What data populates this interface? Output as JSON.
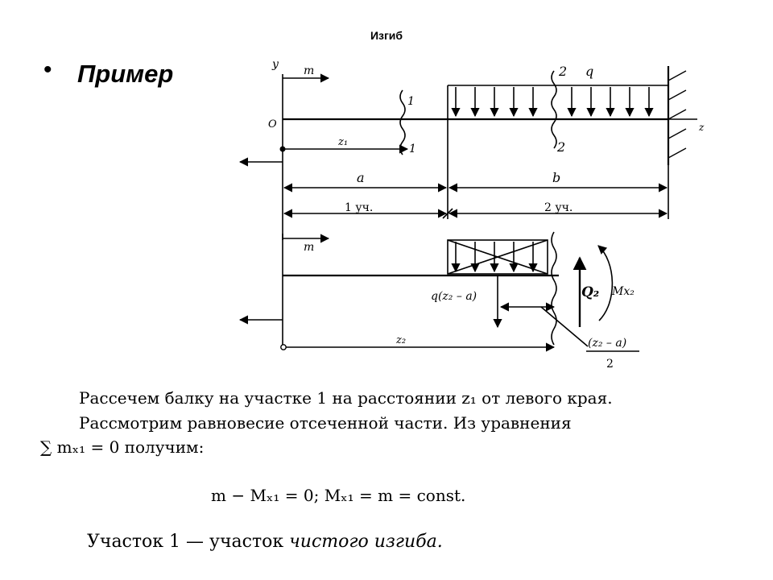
{
  "slide": {
    "title": "Изгиб",
    "bullet": "•",
    "heading": "Пример"
  },
  "diagram": {
    "labels": {
      "y_axis": "y",
      "origin": "O",
      "z_axis": "z",
      "moment_top": "m",
      "moment_bottom": "m",
      "section1_top": "1",
      "section1_bottom": "1",
      "section2_top": "2",
      "section2_bottom": "2",
      "load": "q",
      "z1": "z₁",
      "z2": "z₂",
      "a": "a",
      "b": "b",
      "part1": "1 уч.",
      "part2": "2 уч.",
      "resultant": "q(z₂ – a)",
      "shear": "Q₂",
      "bending_moment": "Mx₂",
      "arm_numerator": "(z₂ – a)",
      "arm_denominator": "2"
    }
  },
  "text": {
    "line1": "Рассечем балку на участке 1 на расстоянии z₁ от левого края.",
    "line2": "Рассмотрим равновесие отсеченной части. Из уравнения",
    "line3": "∑ mₓ₁ = 0 получим:",
    "equation": "m − Mₓ₁ = 0;   Mₓ₁ = m = const.",
    "conclusion_prefix": "Участок 1 — участок ",
    "conclusion_italic": "чистого изгиба."
  }
}
